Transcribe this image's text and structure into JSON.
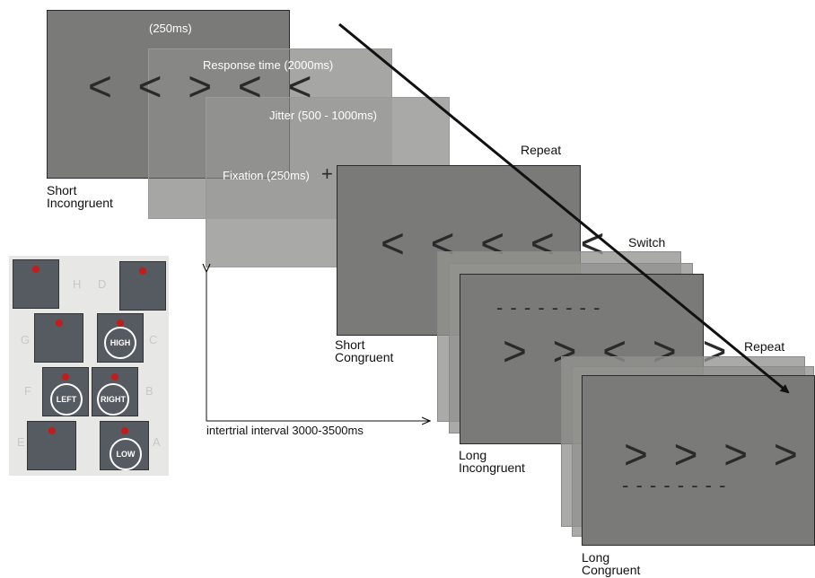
{
  "timings": {
    "stim_time": "(250ms)",
    "response_time": "Response time (2000ms)",
    "jitter": "Jitter (500 - 1000ms)",
    "fixation": "Fixation (250ms)",
    "fixation_symbol": "+"
  },
  "stimuli": {
    "short_incongruent": "< < > < <",
    "short_congruent": "< < < < <",
    "long_incongruent": "> > < > >",
    "long_congruent": "> > > > >",
    "dashes": "- - - - - - - -"
  },
  "captions": {
    "short_incongruent": [
      "Short",
      "Incongruent"
    ],
    "short_congruent": [
      "Short",
      "Congruent"
    ],
    "long_incongruent": [
      "Long",
      "Incongruent"
    ],
    "long_congruent": [
      "Long",
      "Congruent"
    ]
  },
  "transitions": {
    "repeat_1": "Repeat",
    "switch": "Switch",
    "repeat_2": "Repeat"
  },
  "iti": "intertrial interval 3000-3500ms",
  "buttons": {
    "high": "HIGH",
    "left": "LEFT",
    "right": "RIGHT",
    "low": "LOW",
    "letters": [
      "H",
      "D",
      "G",
      "C",
      "F",
      "B",
      "E",
      "A"
    ]
  }
}
